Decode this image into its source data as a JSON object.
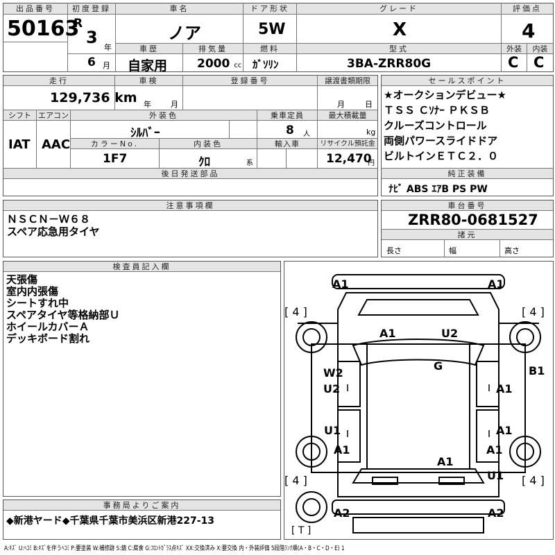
{
  "header": {
    "lot_label": "出品番号",
    "lot_value": "50163",
    "first_reg_label": "初度登録",
    "era_letter": "R",
    "year_value": "3",
    "year_unit": "年",
    "month_value": "6",
    "month_unit": "月",
    "car_name_label": "車名",
    "car_name_value": "ノア",
    "door_label": "ドア形状",
    "door_value": "5W",
    "grade_label": "グレード",
    "grade_value": "X",
    "score_label": "評価点",
    "score_value": "4",
    "history_label": "車歴",
    "history_value": "自家用",
    "displacement_label": "排気量",
    "displacement_value": "2000",
    "displacement_unit": "cc",
    "fuel_label": "燃料",
    "fuel_value": "ｶﾞｿﾘﾝ",
    "model_label": "型式",
    "model_value": "3BA-ZRR80G",
    "exterior_label": "外装",
    "exterior_value": "C",
    "interior_label": "内装",
    "interior_value": "C"
  },
  "vehicle": {
    "mileage_label": "走行",
    "mileage_value": "129,736",
    "mileage_unit": "km",
    "inspection_label": "車検",
    "inspection_year": "年",
    "inspection_month": "月",
    "reg_number_label": "登録番号",
    "transfer_label": "譲渡書類期限",
    "transfer_month": "月",
    "transfer_day": "日",
    "shift_label": "シフト",
    "shift_value": "IAT",
    "ac_label": "エアコン",
    "ac_value": "AAC",
    "exterior_color_label": "外装色",
    "exterior_color_value": "ｼﾙﾊﾞｰ",
    "capacity_label": "乗車定員",
    "capacity_value": "8",
    "capacity_unit": "人",
    "max_load_label": "最大積載量",
    "max_load_unit": "kg",
    "color_no_label": "カラーNo.",
    "color_no_value": "1F7",
    "interior_color_label": "内装色",
    "interior_color_value": "ｸﾛ",
    "interior_color_unit": "系",
    "import_label": "輸入車",
    "recycle_label": "リサイクル預託金",
    "recycle_value": "12,470",
    "recycle_unit": "円",
    "later_parts_label": "後日発送部品"
  },
  "sales_points": {
    "label": "セールスポイント",
    "lines": [
      "★オークションデビュー★",
      "ＴＳＳ Ｃｿﾅｰ ＰＫＳＢ",
      "クルーズコントロール",
      "両側パワースライドドア",
      "ビルトインＥＴＣ２．０"
    ]
  },
  "genuine": {
    "label": "純正装備",
    "value": "ﾅﾋﾞ ABS ｴｱB PS PW"
  },
  "notes": {
    "label": "注意事項欄",
    "lines": [
      "ＮＳＣＮ－Ｗ６８",
      "スペア応急用タイヤ"
    ]
  },
  "chassis": {
    "label": "車台番号",
    "value": "ZRR80-0681527",
    "specs_label": "諸元",
    "length_label": "長さ",
    "width_label": "幅",
    "height_label": "高さ"
  },
  "inspector": {
    "label": "検査員記入欄",
    "lines": [
      "天張傷",
      "室内内張傷",
      "シートすれ中",
      "スペアタイヤ等格納部Ｕ",
      "ホイールカバーＡ",
      "デッキボード割れ"
    ]
  },
  "office": {
    "label": "事務局よりご案内",
    "value": "◆新港ヤード◆千葉県千葉市美浜区新港227-13"
  },
  "diagram": {
    "marks": {
      "front_left": "A1",
      "front_right": "A1",
      "tire_fl": "[ 4 ]",
      "tire_fr": "[ 4 ]",
      "hood_left": "A1",
      "hood_right": "U2",
      "roof": "G",
      "door_fl_w": "W2",
      "door_fl_u": "U2",
      "door_fr": "A1",
      "right_fender": "B1",
      "door_rl": "U1",
      "door_rr": "A1",
      "rear_qtr_left": "A1",
      "rear_qtr_right": "A1",
      "tailgate": "A1",
      "rear_right_low": "U1",
      "tire_rl": "[ 4 ]",
      "tire_rr": "[ 4 ]",
      "bumper_left": "A2",
      "bumper_right": "A2",
      "trunk": "[ T ]"
    }
  },
  "legend": "A:ｷｽﾞ U:ﾍｺﾐ B:ｷｽﾞを伴うﾍｺﾐ P:要塗装 W:補修跡 S:錆 C:腐食 G:ﾌﾛﾝﾄｶﾞﾗｽ点ｷｽﾞ XX:交換済み X:要交換  内・外装評価 5段階ﾗﾝｸ順(A・B・C・D・E) 1"
}
